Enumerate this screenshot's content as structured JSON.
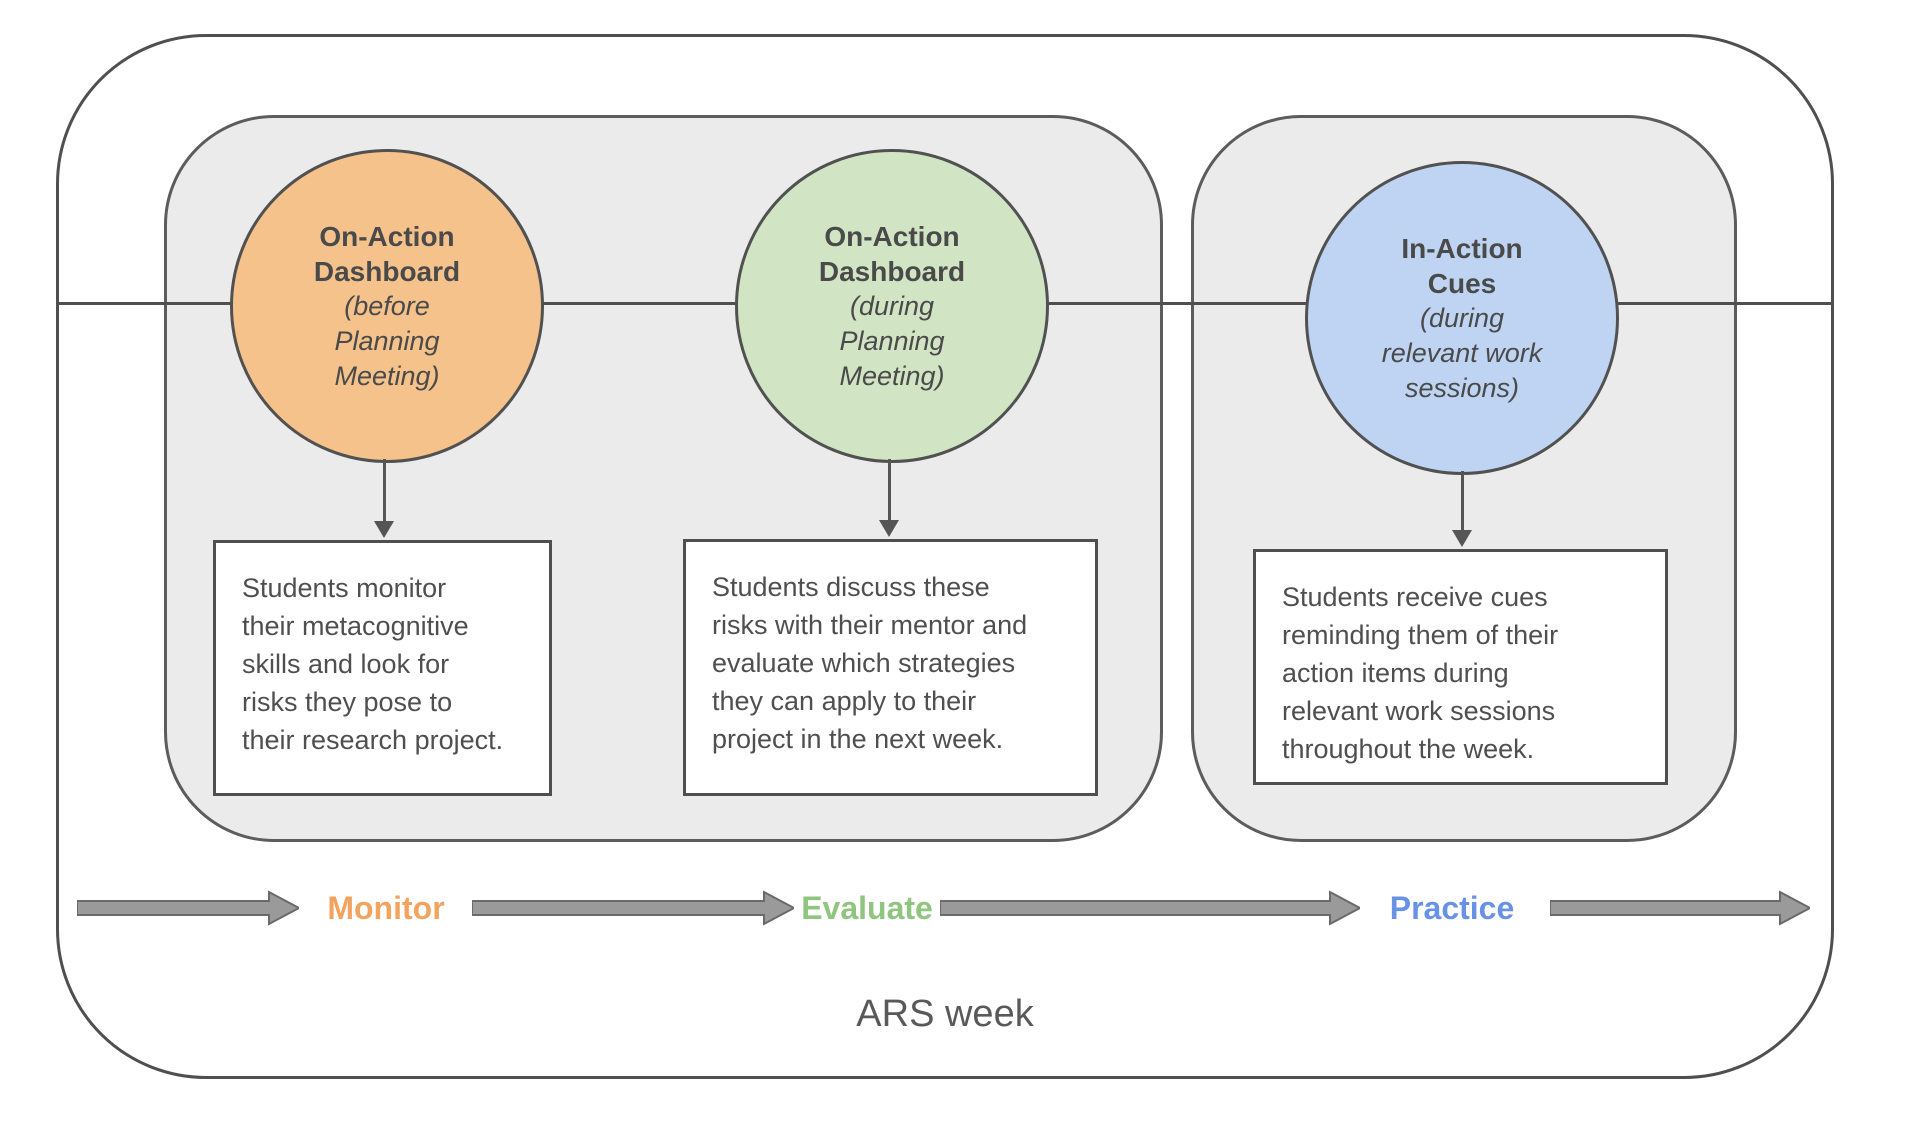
{
  "title": "ARS week",
  "colors": {
    "outline": "#4F4F4F",
    "panel_fill": "#EBEBEB",
    "panel_stroke": "#5C5C5C",
    "arrow_fill": "#9A9A9A",
    "arrow_stroke": "#6A6A6A",
    "body_text": "#4A4A4A"
  },
  "stages": [
    {
      "circle": {
        "title": "On-Action\nDashboard",
        "subtitle": "(before\nPlanning\nMeeting)",
        "fill": "#F5C28C"
      },
      "box": {
        "text": "Students monitor\ntheir metacognitive\nskills and look for\nrisks they pose to\ntheir research project."
      },
      "flow": {
        "label": "Monitor",
        "color": "#F2A45F"
      }
    },
    {
      "circle": {
        "title": "On-Action\nDashboard",
        "subtitle": "(during\nPlanning\nMeeting)",
        "fill": "#D1E5C5"
      },
      "box": {
        "text": "Students discuss these\nrisks with their mentor and\nevaluate which strategies\nthey can apply to their\nproject in the next week."
      },
      "flow": {
        "label": "Evaluate",
        "color": "#8FC57E"
      }
    },
    {
      "circle": {
        "title": "In-Action\nCues",
        "subtitle": "(during\nrelevant work\nsessions)",
        "fill": "#BFD4F2"
      },
      "box": {
        "text": "Students receive cues\nreminding them of their\naction items during\nrelevant work sessions\nthroughout the week."
      },
      "flow": {
        "label": "Practice",
        "color": "#6892E5"
      }
    }
  ]
}
